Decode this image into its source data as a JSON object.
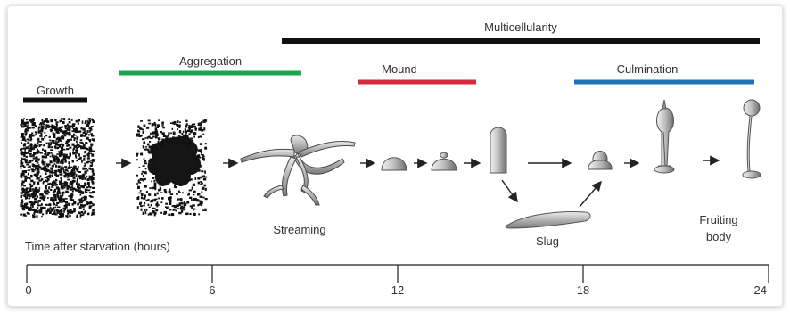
{
  "phases": {
    "growth": {
      "label": "Growth",
      "color": "#111111"
    },
    "aggregation": {
      "label": "Aggregation",
      "color": "#1aa351"
    },
    "multicellularity": {
      "label": "Multicellularity",
      "color": "#111111"
    },
    "mound": {
      "label": "Mound",
      "color": "#d62b3c"
    },
    "culmination": {
      "label": "Culmination",
      "color": "#1e73b8"
    }
  },
  "stages": {
    "streaming": "Streaming",
    "slug": "Slug",
    "fruiting_body_line1": "Fruiting",
    "fruiting_body_line2": "body"
  },
  "timeline": {
    "title": "Time after starvation (hours)",
    "ticks": [
      "0",
      "6",
      "12",
      "18",
      "24"
    ]
  },
  "icons": [
    "growth-cells",
    "aggregation-cells",
    "streaming-shape",
    "mound",
    "tipped-mound",
    "finger",
    "slug",
    "culminant",
    "culminant-mid",
    "fruiting-body",
    "arrow-icon"
  ]
}
